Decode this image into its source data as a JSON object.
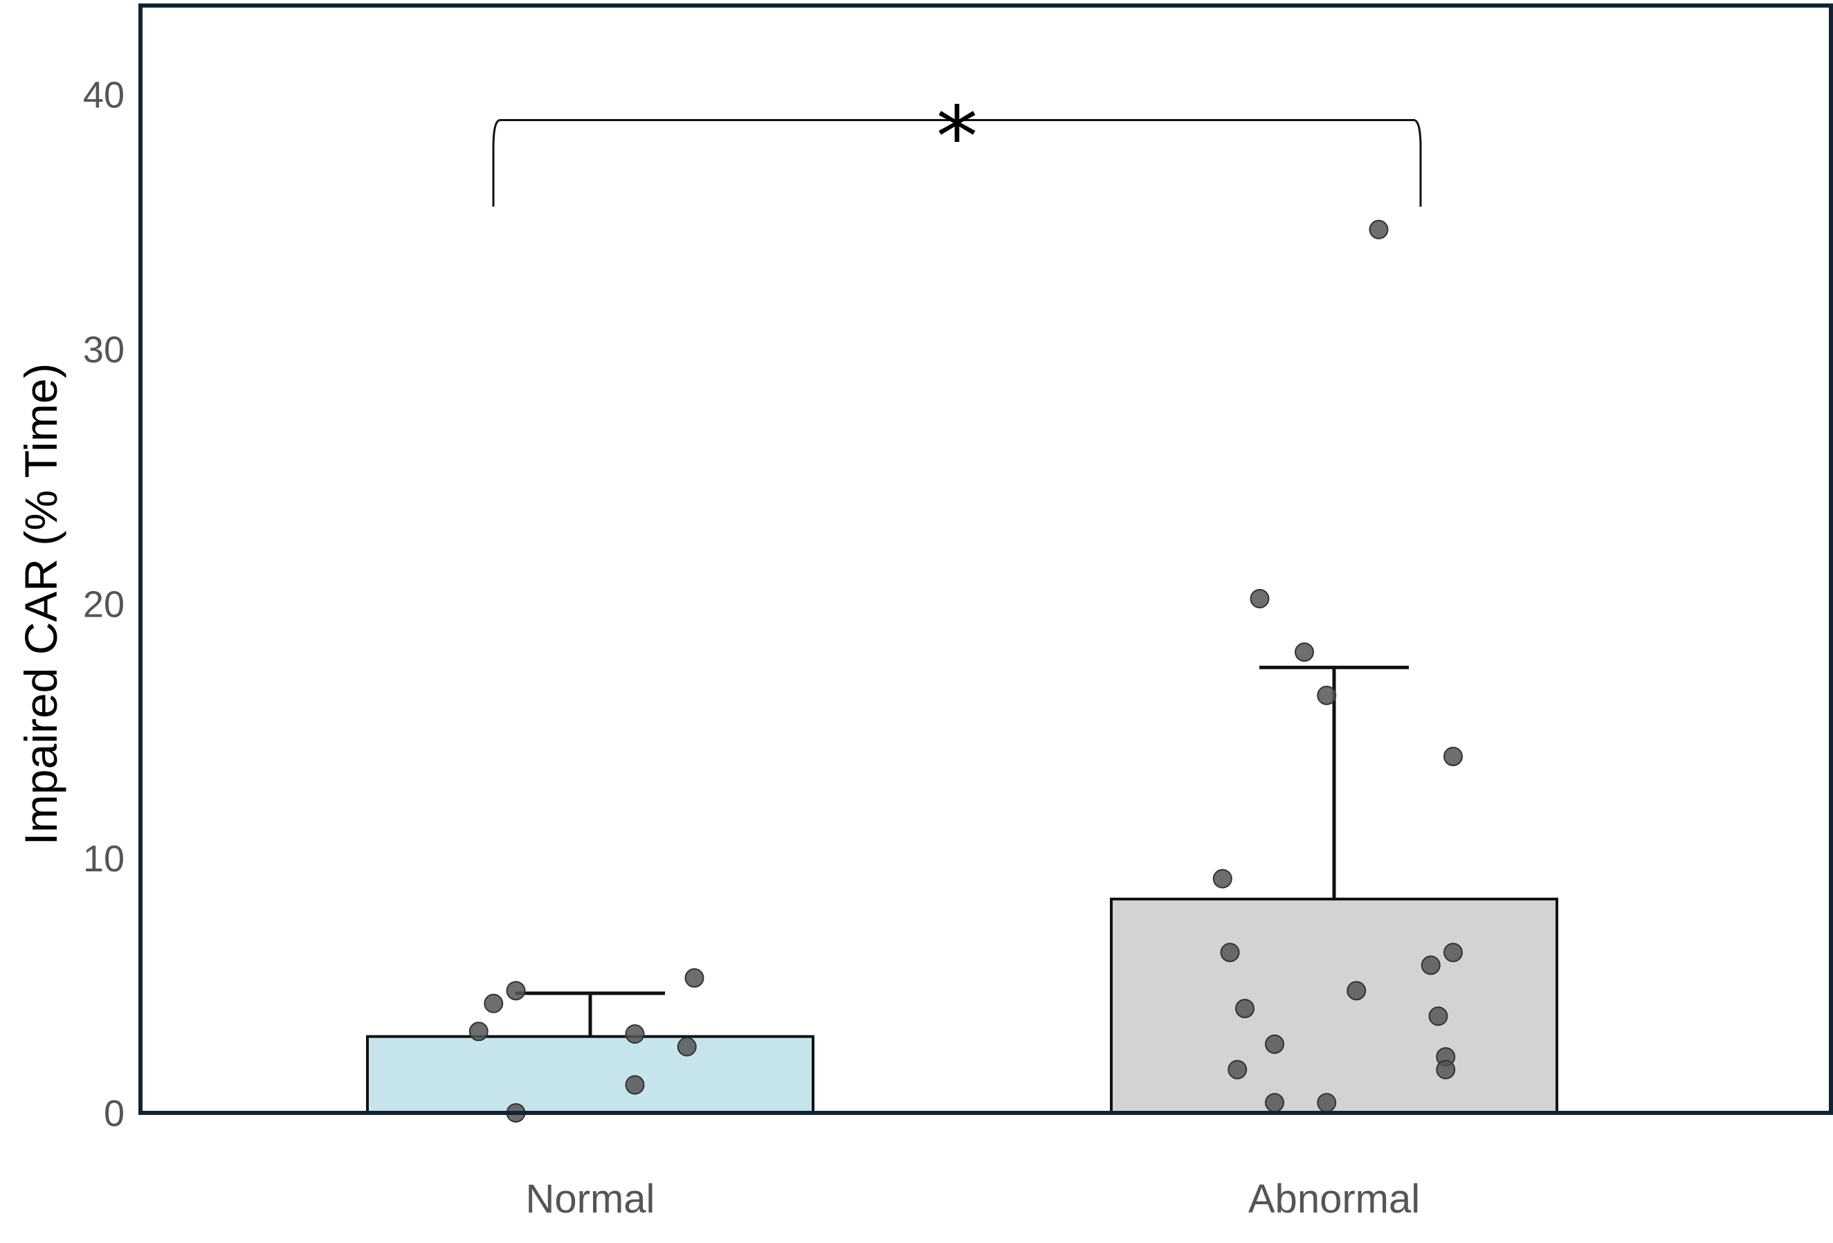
{
  "chart_data": {
    "type": "bar",
    "title": "",
    "xlabel": "",
    "ylabel": "Impaired CAR (% Time)",
    "ylim": [
      0,
      43.5
    ],
    "yticks": [
      0,
      10,
      20,
      30,
      40
    ],
    "grid": false,
    "legend": "none",
    "categories": [
      "Normal",
      "Abnormal"
    ],
    "values": [
      3.0,
      8.4
    ],
    "error_upper": [
      4.7,
      17.5
    ],
    "colors": [
      "#c6e4ec",
      "#d3d3d3"
    ],
    "point_color": "#555555",
    "frame_color": "#0f2535",
    "points": [
      {
        "category": "Normal",
        "jitter": -0.15,
        "value": 3.2
      },
      {
        "category": "Normal",
        "jitter": -0.13,
        "value": 4.3
      },
      {
        "category": "Normal",
        "jitter": -0.1,
        "value": 4.8
      },
      {
        "category": "Normal",
        "jitter": -0.1,
        "value": 0.0
      },
      {
        "category": "Normal",
        "jitter": 0.06,
        "value": 3.1
      },
      {
        "category": "Normal",
        "jitter": 0.06,
        "value": 1.1
      },
      {
        "category": "Normal",
        "jitter": 0.13,
        "value": 2.6
      },
      {
        "category": "Normal",
        "jitter": 0.14,
        "value": 5.3
      },
      {
        "category": "Abnormal",
        "jitter": 0.06,
        "value": 34.7
      },
      {
        "category": "Abnormal",
        "jitter": -0.1,
        "value": 20.2
      },
      {
        "category": "Abnormal",
        "jitter": -0.04,
        "value": 18.1
      },
      {
        "category": "Abnormal",
        "jitter": -0.01,
        "value": 16.4
      },
      {
        "category": "Abnormal",
        "jitter": 0.16,
        "value": 14.0
      },
      {
        "category": "Abnormal",
        "jitter": -0.15,
        "value": 9.2
      },
      {
        "category": "Abnormal",
        "jitter": -0.14,
        "value": 6.3
      },
      {
        "category": "Abnormal",
        "jitter": 0.16,
        "value": 6.3
      },
      {
        "category": "Abnormal",
        "jitter": 0.13,
        "value": 5.8
      },
      {
        "category": "Abnormal",
        "jitter": 0.03,
        "value": 4.8
      },
      {
        "category": "Abnormal",
        "jitter": -0.12,
        "value": 4.1
      },
      {
        "category": "Abnormal",
        "jitter": 0.14,
        "value": 3.8
      },
      {
        "category": "Abnormal",
        "jitter": -0.08,
        "value": 2.7
      },
      {
        "category": "Abnormal",
        "jitter": 0.15,
        "value": 2.2
      },
      {
        "category": "Abnormal",
        "jitter": -0.13,
        "value": 1.7
      },
      {
        "category": "Abnormal",
        "jitter": 0.15,
        "value": 1.7
      },
      {
        "category": "Abnormal",
        "jitter": -0.08,
        "value": 0.4
      },
      {
        "category": "Abnormal",
        "jitter": -0.01,
        "value": 0.4
      }
    ],
    "annotations": [
      {
        "type": "significance",
        "from": "Normal",
        "to": "Abnormal",
        "label": "*",
        "y": 39.0,
        "y_low": 35.6
      }
    ]
  }
}
